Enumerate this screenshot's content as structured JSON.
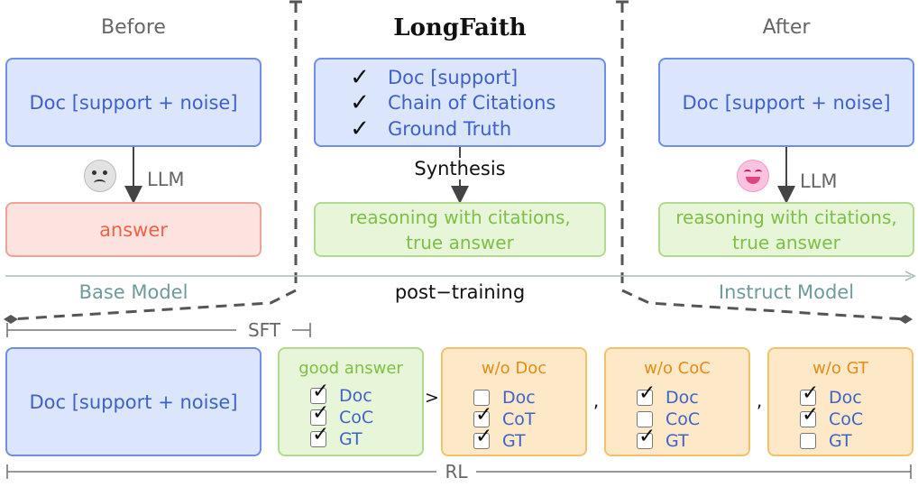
{
  "headers": {
    "before": "Before",
    "title": "LongFaith",
    "after": "After"
  },
  "top_left": {
    "doc": "Doc [support + noise]",
    "llm": "LLM",
    "answer": "answer",
    "face_icon": "sad-face-icon"
  },
  "top_center": {
    "items": [
      "Doc [support]",
      "Chain of Citations",
      "Ground Truth"
    ],
    "synthesis": "Synthesis",
    "output": [
      "reasoning with citations,",
      "true answer"
    ]
  },
  "top_right": {
    "doc": "Doc [support + noise]",
    "llm": "LLM",
    "output": [
      "reasoning with citations,",
      "true answer"
    ],
    "face_icon": "happy-face-icon"
  },
  "stage_labels": {
    "base": "Base Model",
    "middle": "post−training",
    "instruct": "Instruct Model"
  },
  "sft_label": "SFT",
  "rl_label": "RL",
  "bottom_doc": "Doc [support + noise]",
  "comparison": {
    "gt_sign": ">",
    "separator": ",",
    "cards": [
      {
        "title": "good answer",
        "items": [
          {
            "label": "Doc",
            "checked": true
          },
          {
            "label": "CoC",
            "checked": true
          },
          {
            "label": "GT",
            "checked": true
          }
        ]
      },
      {
        "title": "w/o Doc",
        "items": [
          {
            "label": "Doc",
            "checked": false
          },
          {
            "label": "CoT",
            "checked": true
          },
          {
            "label": "GT",
            "checked": true
          }
        ]
      },
      {
        "title": "w/o CoC",
        "items": [
          {
            "label": "Doc",
            "checked": true
          },
          {
            "label": "CoC",
            "checked": false
          },
          {
            "label": "GT",
            "checked": true
          }
        ]
      },
      {
        "title": "w/o GT",
        "items": [
          {
            "label": "Doc",
            "checked": true
          },
          {
            "label": "CoC",
            "checked": true
          },
          {
            "label": "GT",
            "checked": false
          }
        ]
      }
    ]
  },
  "colors": {
    "blue_border": "#6e8ee8",
    "blue_fill": "#dbe5fb",
    "green_fill": "#e7f6d9",
    "orange_fill": "#fde9c8",
    "red_fill": "#fde3df"
  }
}
